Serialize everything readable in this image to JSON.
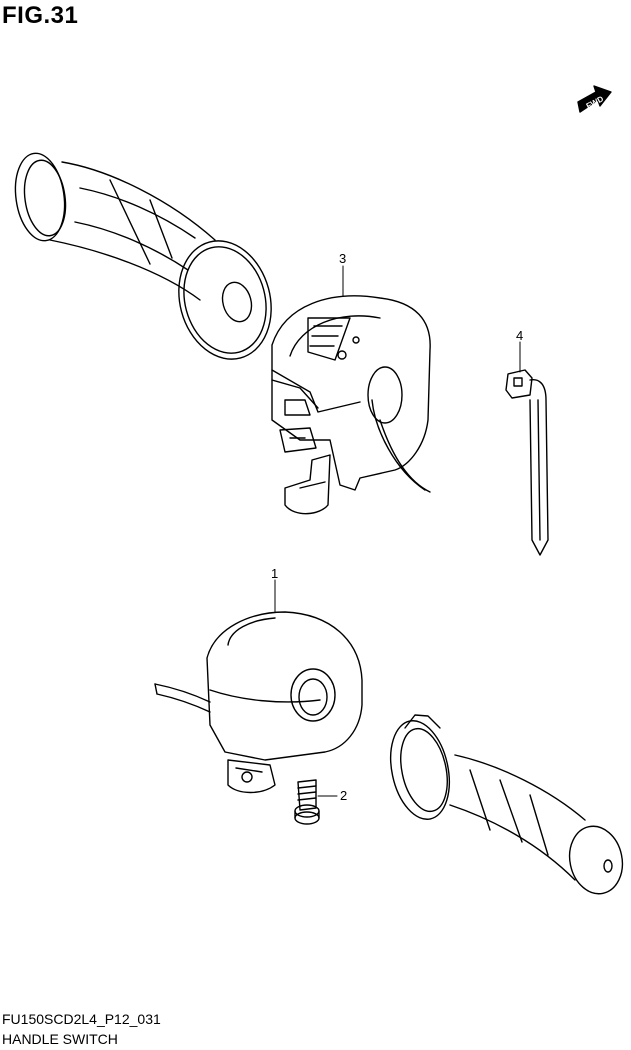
{
  "figure": {
    "title": "FIG.31"
  },
  "direction_marker": {
    "label": "FWD",
    "icon": "fwd-arrow-icon"
  },
  "parts": [
    {
      "callout": "1"
    },
    {
      "callout": "2"
    },
    {
      "callout": "3"
    },
    {
      "callout": "4"
    }
  ],
  "footer": {
    "code": "FU150SCD2L4_P12_031",
    "caption": "HANDLE SWITCH"
  }
}
